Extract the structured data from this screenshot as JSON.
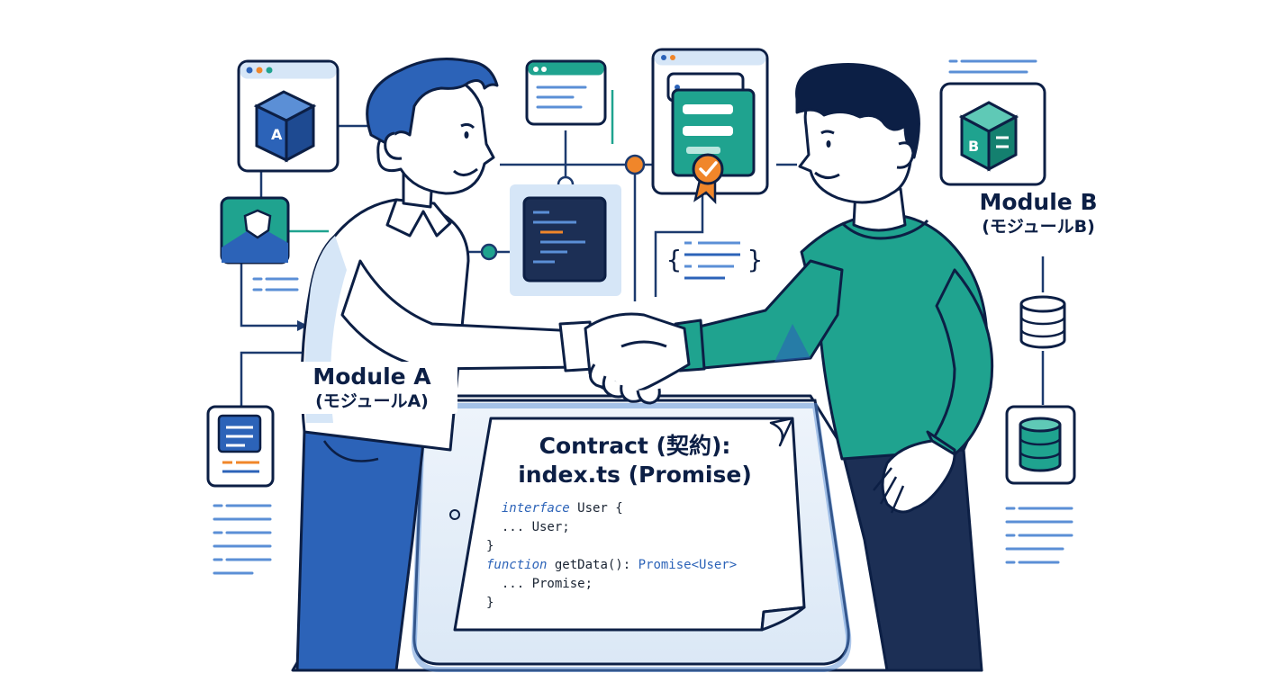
{
  "module_a": {
    "name": "Module A",
    "name_ja": "(モジュールA)",
    "box_letter": "A"
  },
  "module_b": {
    "name": "Module B",
    "name_ja": "(モジュールB)",
    "box_letter": "B"
  },
  "contract": {
    "title_line1": "Contract (契約):",
    "title_line2": "index.ts (Promise)",
    "code": {
      "l1_kw": "interface",
      "l1_rest": " User {",
      "l2": "  ... User;",
      "l3": "}",
      "l4_kw": "function",
      "l4_mid": " getData(): ",
      "l4_type": "Promise<User>",
      "l5": "  ... Promise;",
      "l6": "}"
    }
  },
  "json_braces": {
    "open": "{",
    "close": "}"
  },
  "colors": {
    "navy": "#0c1f45",
    "blue": "#2c63b8",
    "light_blue": "#d6e6f7",
    "teal": "#1fa38f",
    "orange": "#f0862a"
  },
  "icons": [
    "cube-icon",
    "browser-window-icon",
    "code-editor-icon",
    "checkmark-badge-icon",
    "database-icon",
    "document-icon",
    "handshake-icon"
  ]
}
